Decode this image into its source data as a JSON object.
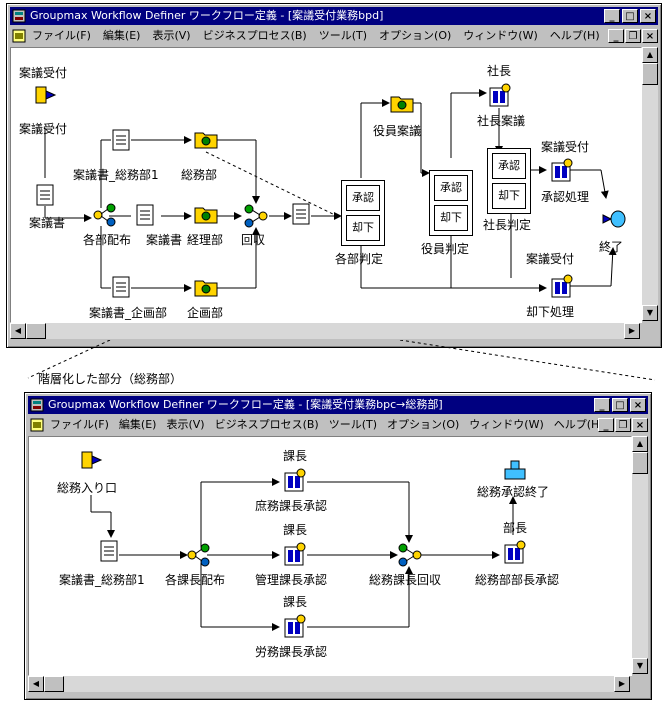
{
  "window1": {
    "title": "Groupmax Workflow Definer ワークフロー定義 - [案議受付業務bpd]",
    "menu": [
      "ファイル(F)",
      "編集(E)",
      "表示(V)",
      "ビジネスプロセス(B)",
      "ツール(T)",
      "オプション(O)",
      "ウィンドウ(W)",
      "ヘルプ(H)"
    ],
    "nodes": {
      "start_top": "案議受付",
      "start": "案議受付",
      "doc": "案議書",
      "distribute": "各部配布",
      "doc_general": "案議書_総務部1",
      "general": "総務部",
      "doc_accounting": "案議書",
      "accounting": "経理部",
      "doc_planning": "案議書_企画部",
      "planning": "企画部",
      "collect": "回収",
      "approve1": "承認",
      "reject1": "却下",
      "dept_judge": "各部判定",
      "board_meeting": "役員案議",
      "approve2": "承認",
      "reject2": "却下",
      "board_judge": "役員判定",
      "president": "社長",
      "president_meeting": "社長案議",
      "approve3": "承認",
      "reject3": "却下",
      "president_judge": "社長判定",
      "approve_recv": "案議受付",
      "approve_proc": "承認処理",
      "reject_recv": "案議受付",
      "reject_proc": "却下処理",
      "end": "終了"
    }
  },
  "caption": "階層化した部分（総務部）",
  "window2": {
    "title": "Groupmax Workflow Definer ワークフロー定義 - [案議受付業務bpc→総務部]",
    "menu": [
      "ファイル(F)",
      "編集(E)",
      "表示(V)",
      "ビジネスプロセス(B)",
      "ツール(T)",
      "オプション(O)",
      "ウィンドウ(W)",
      "ヘルプ(H)"
    ],
    "nodes": {
      "entry": "総務入り口",
      "doc": "案議書_総務部1",
      "distribute": "各課長配布",
      "chief1_role": "課長",
      "chief1": "庶務課長承認",
      "chief2_role": "課長",
      "chief2": "管理課長承認",
      "chief3_role": "課長",
      "chief3": "労務課長承認",
      "collect": "総務課長回収",
      "head_role": "部長",
      "head": "総務部部長承認",
      "end": "総務承認終了"
    }
  }
}
